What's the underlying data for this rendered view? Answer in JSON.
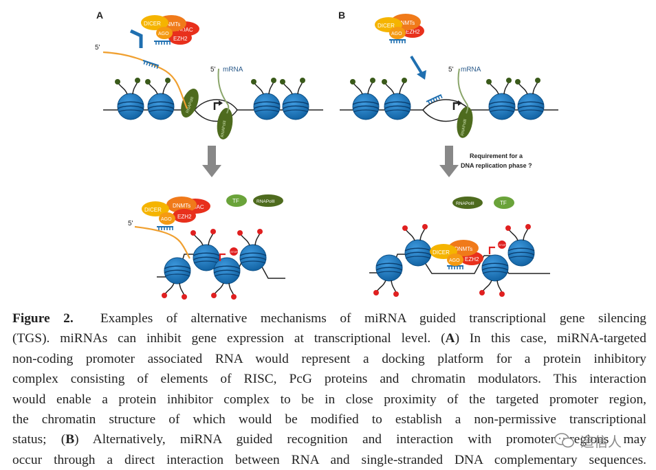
{
  "panels": {
    "a": {
      "letter": "A"
    },
    "b": {
      "letter": "B"
    }
  },
  "labels": {
    "five_prime": "5'",
    "mrna": "mRNA",
    "rnapol": "RNAPolII",
    "rnapol_top": "RNAPolII",
    "tf": "TF",
    "dicer": "DICER",
    "dnmts": "DNMTs",
    "ago": "AGO",
    "ezh2": "EZH2",
    "hdac": "HDAC",
    "stop": "STOP",
    "requirement_line1": "Requirement for a",
    "requirement_line2": "DNA replication phase ?"
  },
  "caption": {
    "label": "Figure 2.",
    "l1": "Examples of alternative mechanisms of miRNA guided transcriptional gene silencing",
    "l2a": "(TGS). miRNAs can inhibit gene expression at transcriptional level. (",
    "l2b": "A",
    "l2c": ") In this case, miRNA-targeted",
    "l3": "non-coding promoter associated RNA would represent a docking platform for a protein inhibitory",
    "l4": "complex consisting of elements of RISC, PcG proteins and chromatin modulators. This interaction",
    "l5": "would enable a protein inhibitor complex to be in close proximity of the targeted promoter region,",
    "l6": "the chromatin structure of which would be modified to establish a non-permissive transcriptional",
    "l7a": "status; (",
    "l7b": "B",
    "l7c": ") Alternatively, miRNA guided recognition and interaction with promoter regions may",
    "l8": "occur through a direct interaction between RNA and single-stranded DNA complementary sequences."
  },
  "watermark": {
    "text": "造信人"
  },
  "colors": {
    "nucleosome": "#1f77b4",
    "nucleosome_dark": "#0b4f86",
    "rnapol": "#4e6b1e",
    "tf": "#6aa33a",
    "dicer": "#f5b400",
    "dnmts": "#f07a1a",
    "ago": "#f59a12",
    "ezh2": "#e8301c",
    "hdac": "#e8301c",
    "rna_orange": "#f0a030",
    "mrna_green": "#8aa56a",
    "histone_tail_dark": "#3a5a1a",
    "histone_tail_red": "#e02020",
    "arrow_gray": "#888888",
    "mirna_blue": "#1f6fb0"
  }
}
